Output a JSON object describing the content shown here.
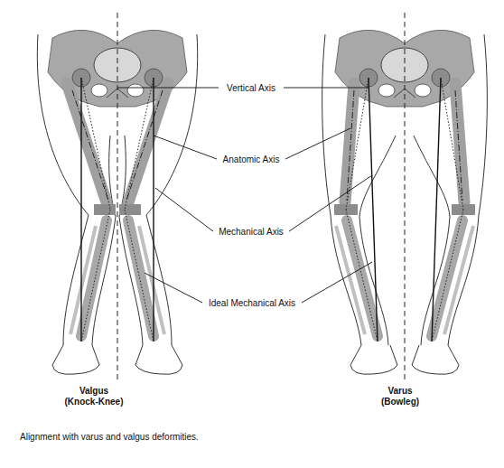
{
  "diagram": {
    "caption": "Alignment with varus and valgus deformities.",
    "labels": [
      "Vertical Axis",
      "Anatomic Axis",
      "Mechanical Axis",
      "Ideal Mechanical Axis",
      "Valgus",
      "(Knock-Knee)",
      "Varus",
      "(Bowleg)"
    ]
  }
}
